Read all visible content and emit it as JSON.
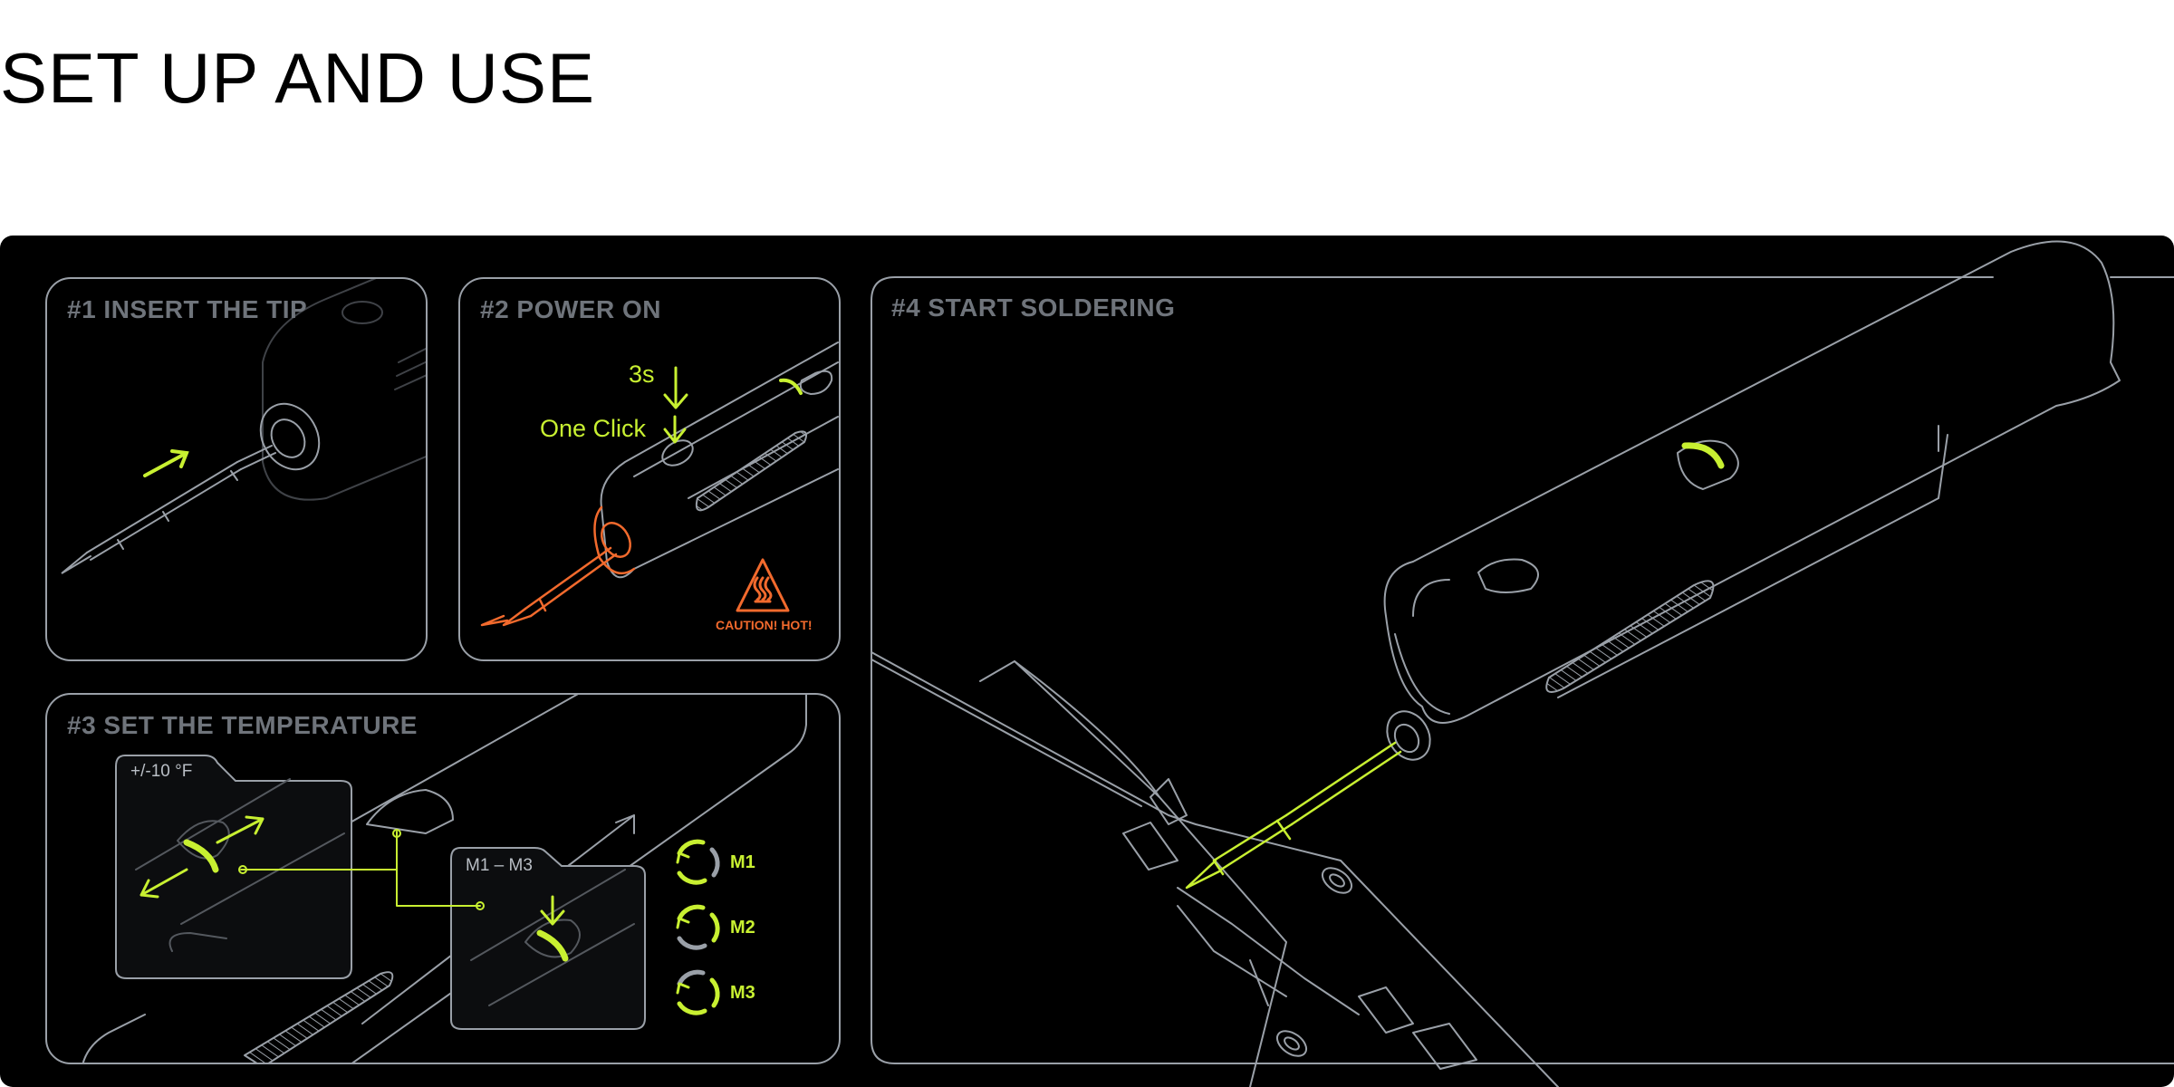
{
  "page": {
    "title": "SET UP AND USE"
  },
  "steps": [
    {
      "title": "#1  INSERT THE TIP"
    },
    {
      "title": "#2  POWER ON",
      "labels": {
        "hold": "3s",
        "click": "One Click",
        "caution": "CAUTION! HOT!"
      }
    },
    {
      "title": "#3  SET THE TEMPERATURE",
      "labels": {
        "step": "+/-10 °F",
        "memory": "M1 – M3",
        "modes": [
          "M1",
          "M2",
          "M3"
        ]
      }
    },
    {
      "title": "#4  START SOLDERING"
    }
  ],
  "colors": {
    "accent": "#c8f031",
    "warning": "#f26a2d",
    "line": "#9aa0a8",
    "background": "#000000"
  },
  "icons": [
    "arrow-icon",
    "hot-surface-warning-icon",
    "mode-cycle-icon"
  ]
}
